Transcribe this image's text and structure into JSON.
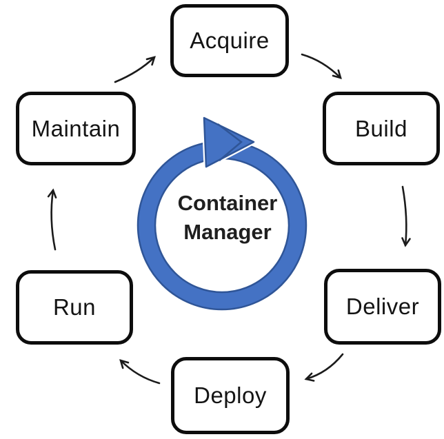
{
  "diagram": {
    "type": "cycle",
    "center": {
      "label": "Container Manager",
      "ring_fill": "#4472C4",
      "ring_border": "#2F5597",
      "text_color": "#1F1F1F"
    },
    "nodes": [
      {
        "id": "acquire",
        "label": "Acquire"
      },
      {
        "id": "build",
        "label": "Build"
      },
      {
        "id": "deliver",
        "label": "Deliver"
      },
      {
        "id": "deploy",
        "label": "Deploy"
      },
      {
        "id": "run",
        "label": "Run"
      },
      {
        "id": "maintain",
        "label": "Maintain"
      }
    ],
    "edges": [
      {
        "from": "Maintain",
        "to": "Acquire"
      },
      {
        "from": "Acquire",
        "to": "Build"
      },
      {
        "from": "Build",
        "to": "Deliver"
      },
      {
        "from": "Deliver",
        "to": "Deploy"
      },
      {
        "from": "Deploy",
        "to": "Run"
      },
      {
        "from": "Run",
        "to": "Maintain"
      }
    ],
    "colors": {
      "background": "#FFFFFF",
      "node_fill": "#FFFFFF",
      "node_border": "#0D0D0D",
      "node_text": "#141414",
      "arrow": "#1B1B1B"
    }
  }
}
